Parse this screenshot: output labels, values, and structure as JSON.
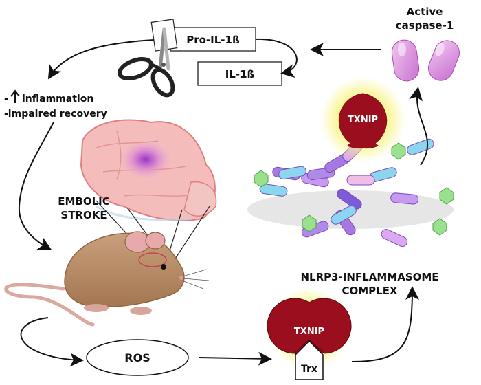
{
  "labels": {
    "pro_il": "Pro-IL-1ß",
    "il": "IL-1ß",
    "effect_line1": "inflammation",
    "effect_line2": "-impaired recovery",
    "effect_prefix": "-",
    "embolic_line1": "EMBOLIC",
    "embolic_line2": "STROKE",
    "ros": "ROS",
    "txnip_top": "TXNIP",
    "txnip_bottom": "TXNIP",
    "trx": "Trx",
    "nlrp3_line1": "NLRP3-INFLAMMASOME",
    "nlrp3_line2": "COMPLEX",
    "caspase_line1": "Active",
    "caspase_line2": "caspase-1"
  },
  "icons": [
    "scissors-icon",
    "up-arrow-icon",
    "brain-icon",
    "mouse-icon",
    "caspase-capsules-icon",
    "inflammasome-complex-icon"
  ],
  "colors": {
    "txnip": "#9b0e1e",
    "txnip_glow": "#f3ee6a",
    "capsule": "#d98bdb",
    "mouse": "#c49a73",
    "brain": "#f4b3b4",
    "arrow": "#111111"
  }
}
